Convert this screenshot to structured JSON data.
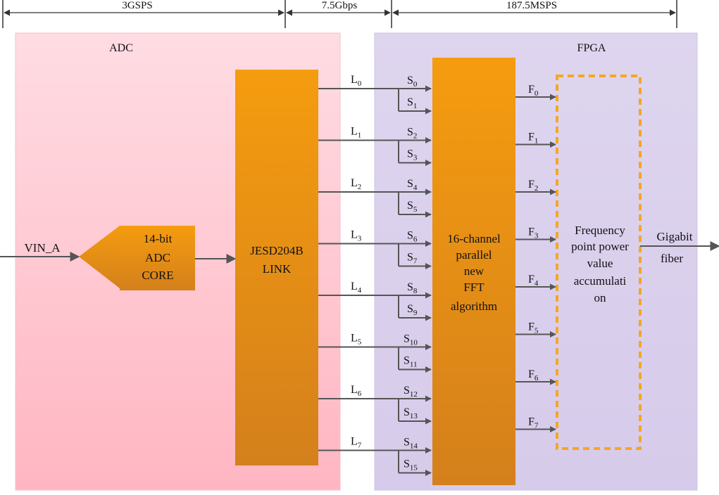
{
  "rates": {
    "adc_rate": "3GSPS",
    "link_rate": "7.5Gbps",
    "fpga_rate": "187.5MSPS"
  },
  "adc": {
    "title": "ADC",
    "input_label": "VIN_A",
    "core_label": [
      "14-bit",
      "ADC",
      "CORE"
    ],
    "link_label": [
      "JESD204B",
      "LINK"
    ]
  },
  "fpga": {
    "title": "FPGA",
    "fft_label": [
      "16-channel",
      "parallel",
      "new",
      "FFT",
      "algorithm"
    ],
    "accum_label": [
      "Frequency",
      "point power",
      "value",
      "accumulati",
      "on"
    ],
    "output_label": [
      "Gigabit",
      "fiber"
    ]
  },
  "lanes": [
    {
      "base": "L",
      "sub": "0"
    },
    {
      "base": "L",
      "sub": "1"
    },
    {
      "base": "L",
      "sub": "2"
    },
    {
      "base": "L",
      "sub": "3"
    },
    {
      "base": "L",
      "sub": "4"
    },
    {
      "base": "L",
      "sub": "5"
    },
    {
      "base": "L",
      "sub": "6"
    },
    {
      "base": "L",
      "sub": "7"
    }
  ],
  "streams": [
    {
      "base": "S",
      "sub": "0"
    },
    {
      "base": "S",
      "sub": "1"
    },
    {
      "base": "S",
      "sub": "2"
    },
    {
      "base": "S",
      "sub": "3"
    },
    {
      "base": "S",
      "sub": "4"
    },
    {
      "base": "S",
      "sub": "5"
    },
    {
      "base": "S",
      "sub": "6"
    },
    {
      "base": "S",
      "sub": "7"
    },
    {
      "base": "S",
      "sub": "8"
    },
    {
      "base": "S",
      "sub": "9"
    },
    {
      "base": "S",
      "sub": "10"
    },
    {
      "base": "S",
      "sub": "11"
    },
    {
      "base": "S",
      "sub": "12"
    },
    {
      "base": "S",
      "sub": "13"
    },
    {
      "base": "S",
      "sub": "14"
    },
    {
      "base": "S",
      "sub": "15"
    }
  ],
  "outputs": [
    {
      "base": "F",
      "sub": "0"
    },
    {
      "base": "F",
      "sub": "1"
    },
    {
      "base": "F",
      "sub": "2"
    },
    {
      "base": "F",
      "sub": "3"
    },
    {
      "base": "F",
      "sub": "4"
    },
    {
      "base": "F",
      "sub": "5"
    },
    {
      "base": "F",
      "sub": "6"
    },
    {
      "base": "F",
      "sub": "7"
    }
  ],
  "colors": {
    "adc_bg_top": "#ffdce3",
    "adc_bg_bottom": "#ffb3c0",
    "fpga_bg": "#ddd3ee",
    "block_top": "#f39c12",
    "block_bottom": "#d5801a",
    "dashed": "#f5a623",
    "arrow": "#555555"
  }
}
